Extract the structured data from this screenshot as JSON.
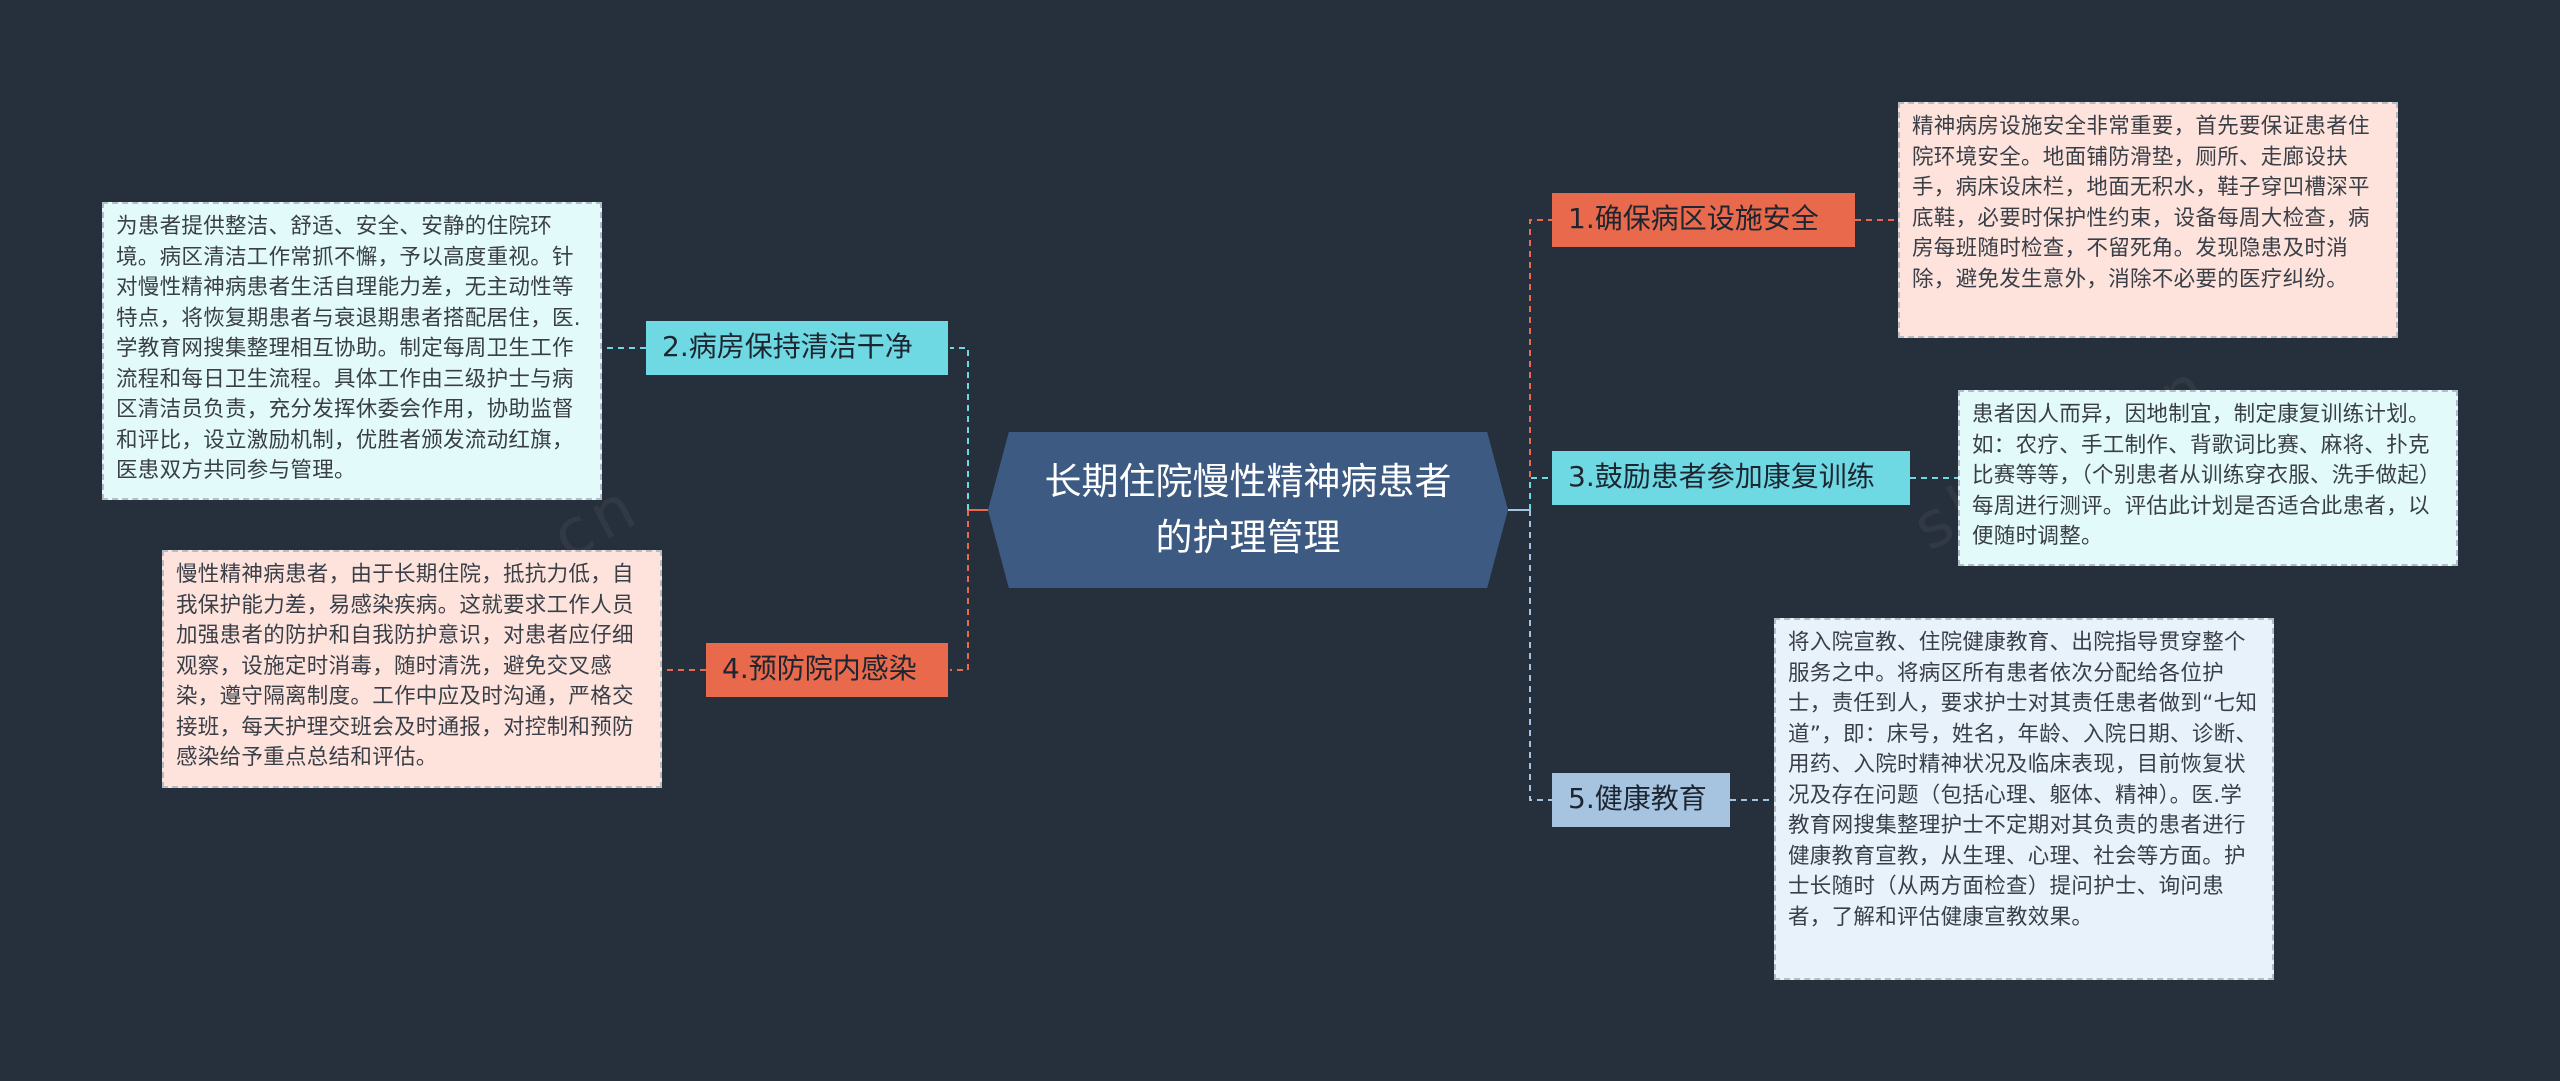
{
  "center": {
    "title": "长期住院慢性精神病患者的护理管理"
  },
  "branches": [
    {
      "label": "1.确保病区设施安全",
      "text": "精神病房设施安全非常重要，首先要保证患者住院环境安全。地面铺防滑垫，厕所、走廊设扶手，病床设床栏，地面无积水，鞋子穿凹槽深平底鞋，必要时保护性约束，设备每周大检查，病房每班随时检查，不留死角。发现隐患及时消除，避免发生意外，消除不必要的医疗纠纷。"
    },
    {
      "label": "2.病房保持清洁干净",
      "text": "为患者提供整洁、舒适、安全、安静的住院环境。病区清洁工作常抓不懈，予以高度重视。针对慢性精神病患者生活自理能力差，无主动性等特点，将恢复期患者与衰退期患者搭配居住，医.学教育网搜集整理相互协助。制定每周卫生工作流程和每日卫生流程。具体工作由三级护士与病区清洁员负责，充分发挥休委会作用，协助监督和评比，设立激励机制，优胜者颁发流动红旗，医患双方共同参与管理。"
    },
    {
      "label": "3.鼓励患者参加康复训练",
      "text": "患者因人而异，因地制宜，制定康复训练计划。如：农疗、手工制作、背歌词比赛、麻将、扑克比赛等等，（个别患者从训练穿衣服、洗手做起）每周进行测评。评估此计划是否适合此患者，以便随时调整。"
    },
    {
      "label": "4.预防院内感染",
      "text": "慢性精神病患者，由于长期住院，抵抗力低，自我保护能力差，易感染疾病。这就要求工作人员加强患者的防护和自我防护意识，对患者应仔细观察，设施定时消毒，随时清洗，避免交叉感染，遵守隔离制度。工作中应及时沟通，严格交接班，每天护理交班会及时通报，对控制和预防感染给予重点总结和评估。"
    },
    {
      "label": "5.健康教育",
      "text": "将入院宣教、住院健康教育、出院指导贯穿整个服务之中。将病区所有患者依次分配给各位护士，责任到人，要求护士对其责任患者做到“七知道”，即：床号，姓名，年龄、入院日期、诊断、用药、入院时精神状况及临床表现，目前恢复状况及存在问题（包括心理、躯体、精神）。医.学教育网搜集整理护士不定期对其负责的患者进行健康教育宣教，从生理、心理、社会等方面。护士长随时（从两方面检查）提问护士、询问患者，了解和评估健康宣教效果。"
    }
  ],
  "colors": {
    "background": "#262f3c",
    "center": "#3d5a82",
    "branch_red": "#e9694c",
    "branch_cyan": "#6ed8e3",
    "branch_blue": "#a6c4e0",
    "leaf_pink": "#fde3dc",
    "leaf_cyan": "#e2faf9",
    "leaf_blue": "#e8f2fb"
  }
}
